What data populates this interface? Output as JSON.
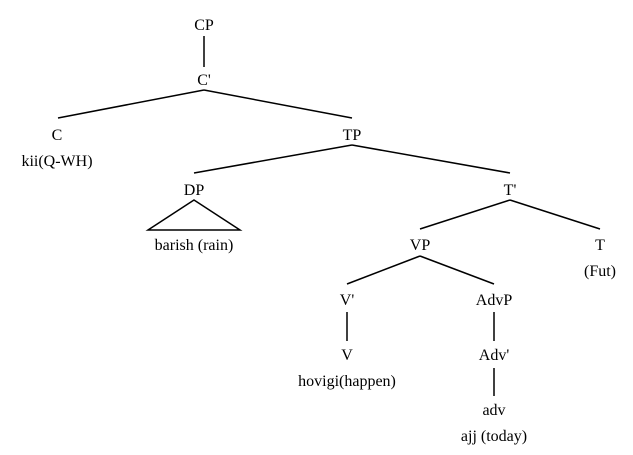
{
  "tree": {
    "nodes": {
      "cp": "CP",
      "c_bar": "C'",
      "c": "C",
      "c_word": "kii(Q-WH)",
      "tp": "TP",
      "dp": "DP",
      "dp_word": "barish (rain)",
      "t_bar": "T'",
      "vp": "VP",
      "t": "T",
      "t_word": "(Fut)",
      "v_bar": "V'",
      "advp": "AdvP",
      "v": "V",
      "v_word": "hovigi(happen)",
      "adv_bar": "Adv'",
      "adv": "adv",
      "adv_word": "ajj (today)"
    }
  }
}
